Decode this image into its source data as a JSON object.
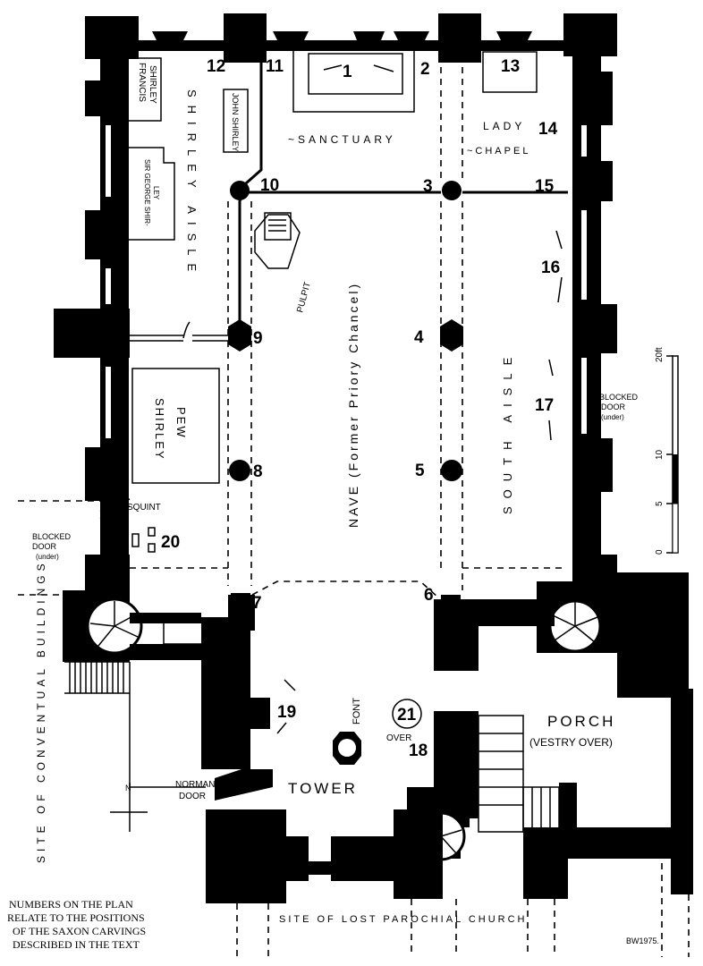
{
  "labels": {
    "sanctuary": "~SANCTUARY",
    "lady": "LADY",
    "chapel": "~CHAPEL",
    "shirley_aisle": "SHIRLEY AISLE",
    "francis_shirley_1": "FRANCIS",
    "francis_shirley_2": "SHIRLEY",
    "john_shirley": "JOHN SHIRLEY",
    "sir_george_1": "SIR GEORGE SHIR-",
    "sir_george_2": "LEY",
    "pulpit": "PULPIT",
    "nave": "NAVE (Former Priory Chancel)",
    "south_aisle": "SOUTH AISLE",
    "shirley_pew_1": "SHIRLEY",
    "shirley_pew_2": "PEW",
    "squint": "SQUINT",
    "blocked_door_left_1": "BLOCKED",
    "blocked_door_left_2": "DOOR",
    "blocked_door_left_3": "(under)",
    "blocked_door_right_1": "BLOCKED",
    "blocked_door_right_2": "DOOR",
    "blocked_door_right_3": "(under)",
    "site_conventual": "SITE OF CONVENTUAL BUILDINGS",
    "font": "FONT",
    "tower": "TOWER",
    "norman_door_1": "NORMAN",
    "norman_door_2": "DOOR",
    "porch": "PORCH",
    "vestry_over": "(VESTRY OVER)",
    "over": "OVER",
    "site_lost_church": "SITE OF LOST PAROCHIAL CHURCH",
    "note_1": "NUMBERS ON THE PLAN",
    "note_2": "RELATE TO THE POSITIONS",
    "note_3": "OF THE SAXON CARVINGS",
    "note_4": "DESCRIBED IN THE TEXT",
    "signature": "BW1975.",
    "compass": "N"
  },
  "numbers": [
    "1",
    "2",
    "3",
    "4",
    "5",
    "6",
    "7",
    "8",
    "9",
    "10",
    "11",
    "12",
    "13",
    "14",
    "15",
    "16",
    "17",
    "18",
    "19",
    "20",
    "21"
  ],
  "scale": {
    "unit": "20ft",
    "ticks": [
      "0",
      "5",
      "10",
      "20ft"
    ]
  }
}
